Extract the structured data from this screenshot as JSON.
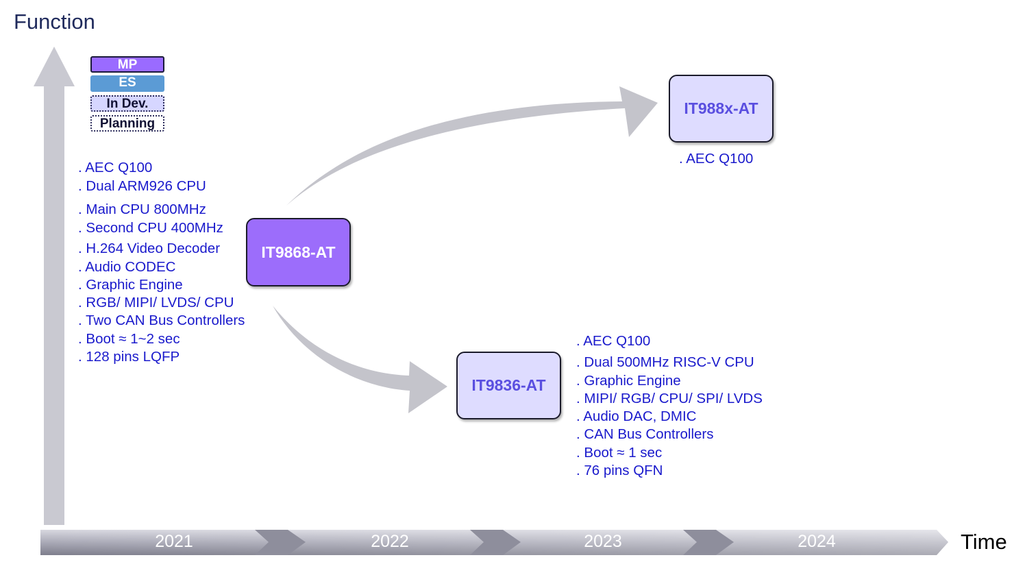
{
  "axes": {
    "y_title": "Function",
    "x_title": "Time"
  },
  "legend": {
    "mp": "MP",
    "es": "ES",
    "in_dev": "In Dev.",
    "planning": "Planning"
  },
  "timeline": {
    "years": [
      "2021",
      "2022",
      "2023",
      "2024"
    ]
  },
  "chips": {
    "it9868": "IT9868-AT",
    "it988x": "IT988x-AT",
    "it9836": "IT9836-AT"
  },
  "features": {
    "it9868": [
      ". AEC Q100",
      ". Dual ARM926 CPU",
      ". Main CPU 800MHz",
      ". Second CPU 400MHz",
      ". H.264  Video Decoder",
      ". Audio CODEC",
      ". Graphic Engine",
      ". RGB/ MIPI/ LVDS/ CPU",
      ". Two CAN Bus Controllers",
      ". Boot ≈ 1~2 sec",
      ". 128 pins LQFP"
    ],
    "it988x": [
      ". AEC Q100"
    ],
    "it9836": [
      ". AEC Q100",
      ". Dual 500MHz RISC-V CPU",
      ". Graphic Engine",
      ". MIPI/ RGB/ CPU/ SPI/ LVDS",
      ". Audio DAC, DMIC",
      ". CAN Bus Controllers",
      ". Boot ≈ 1 sec",
      ". 76 pins QFN"
    ]
  },
  "colors": {
    "mp": "#9a6bff",
    "es": "#5b9bd5",
    "in_dev": "#d6d6ff",
    "feature_text": "#1a1acc"
  }
}
